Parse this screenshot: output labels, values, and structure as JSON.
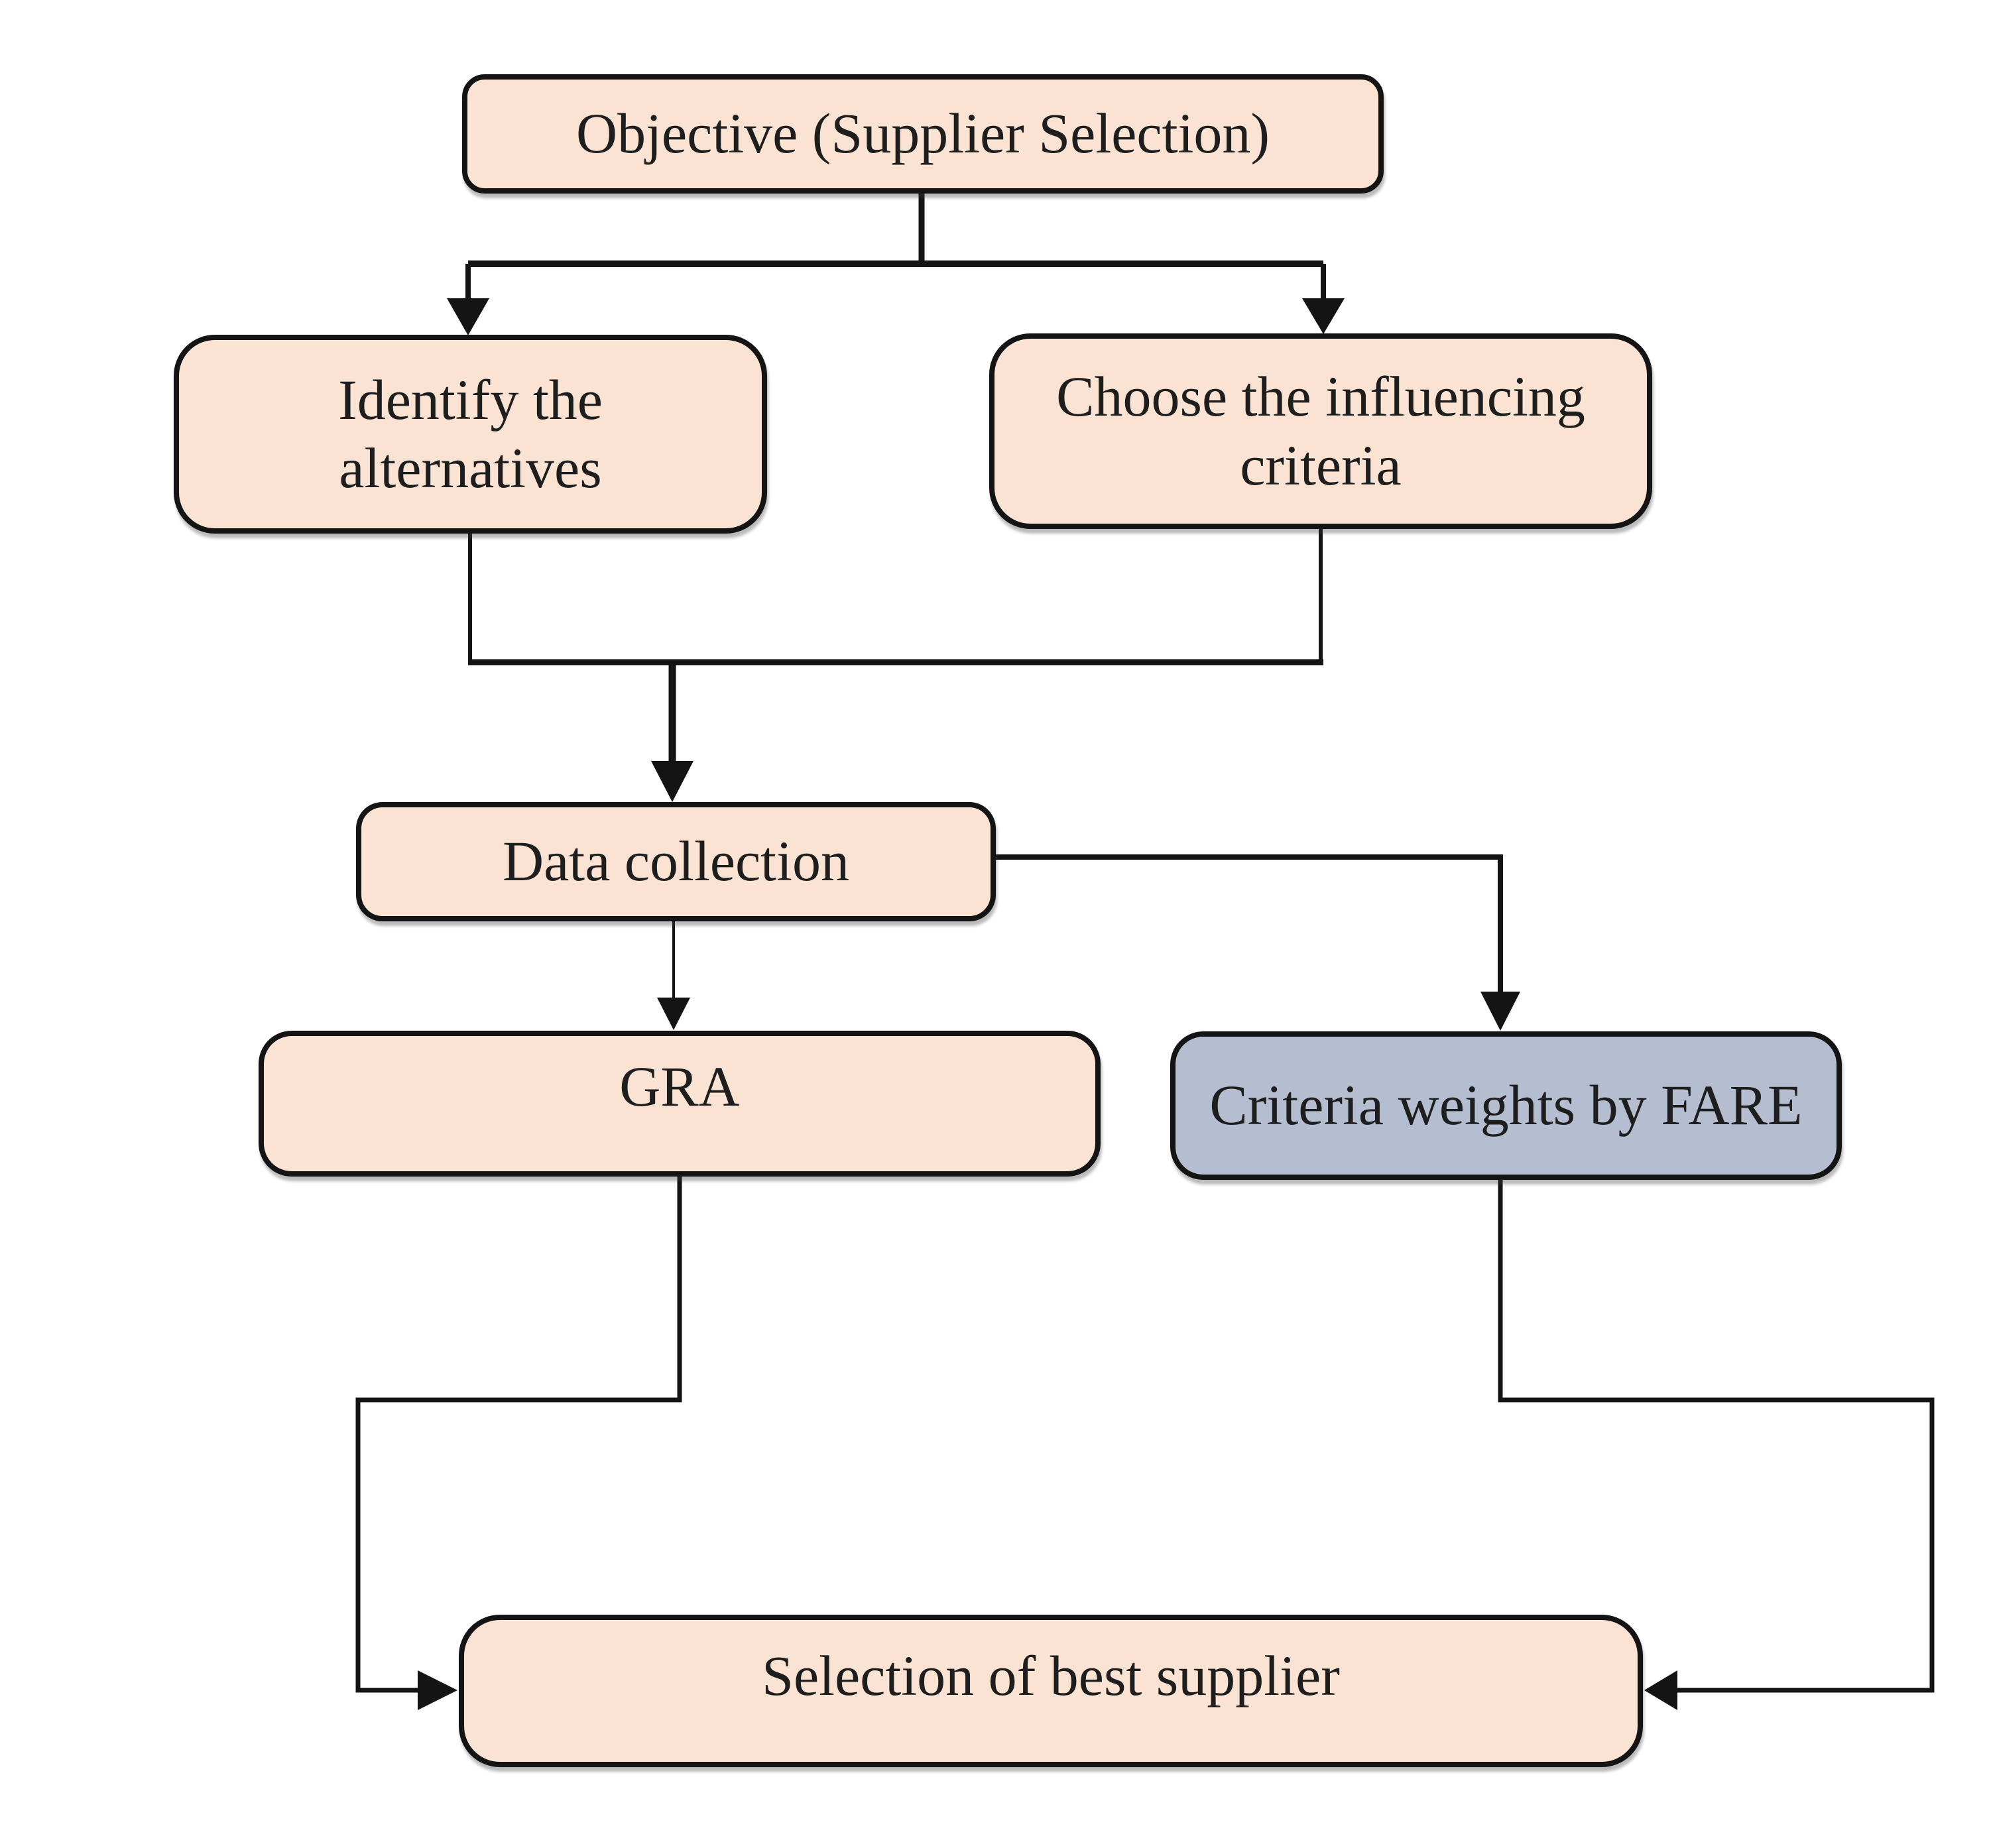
{
  "diagram": {
    "type": "flowchart",
    "background": "#ffffff",
    "colors": {
      "node_fill": "#fae3d3",
      "highlight_fill": "#b5bdd1",
      "border": "#141414",
      "line": "#141414",
      "text": "#1e1e1e"
    },
    "nodes": [
      {
        "id": "objective",
        "label": "Objective (Supplier Selection)",
        "fill": "peach"
      },
      {
        "id": "identify",
        "label": "Identify the\nalternatives",
        "fill": "peach"
      },
      {
        "id": "choose",
        "label": "Choose the influencing\ncriteria",
        "fill": "peach"
      },
      {
        "id": "data",
        "label": "Data collection",
        "fill": "peach"
      },
      {
        "id": "gra",
        "label": "GRA",
        "fill": "peach"
      },
      {
        "id": "fare",
        "label": "Criteria weights by FARE",
        "fill": "blue-gray"
      },
      {
        "id": "selection",
        "label": "Selection of best supplier",
        "fill": "peach"
      }
    ],
    "edges": [
      {
        "from": "objective",
        "to": "identify"
      },
      {
        "from": "objective",
        "to": "choose"
      },
      {
        "from": "identify",
        "to": "data"
      },
      {
        "from": "choose",
        "to": "data"
      },
      {
        "from": "data",
        "to": "gra"
      },
      {
        "from": "data",
        "to": "fare"
      },
      {
        "from": "gra",
        "to": "selection"
      },
      {
        "from": "fare",
        "to": "selection"
      }
    ]
  }
}
